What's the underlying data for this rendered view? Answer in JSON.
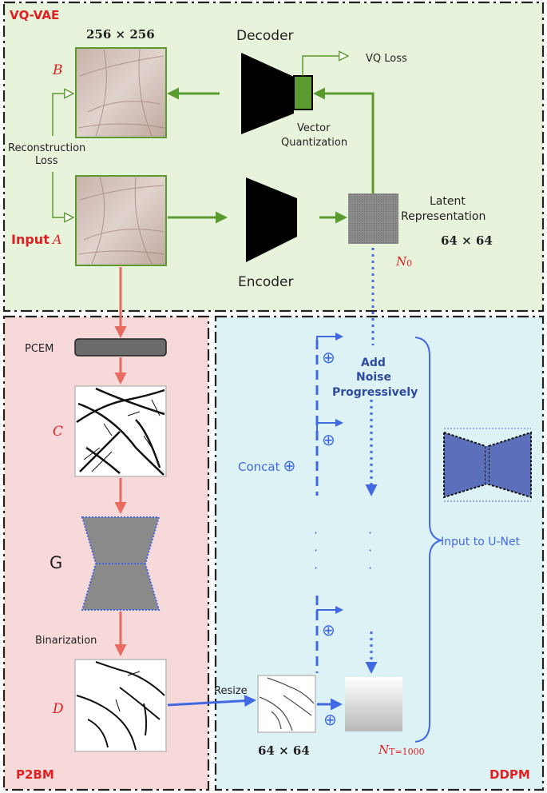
{
  "vqvae": {
    "title": "VQ-VAE",
    "resolution_top": "256 × 256",
    "decoder": "Decoder",
    "encoder": "Encoder",
    "vq_loss": "VQ Loss",
    "vq_line1": "Vector",
    "vq_line2": "Quantization",
    "recon_line1": "Reconstruction",
    "recon_line2": "Loss",
    "latent_line1": "Latent",
    "latent_line2": "Representation",
    "latent_res": "64 × 64",
    "label_b": "B",
    "label_input": "Input",
    "label_a": "A",
    "label_n0": "N",
    "label_n0_sub": "0"
  },
  "p2bm": {
    "title": "P2BM",
    "pcem": "PCEM",
    "label_c": "C",
    "label_g": "G",
    "binarization": "Binarization",
    "label_d": "D"
  },
  "ddpm": {
    "title": "DDPM",
    "add_line1": "Add",
    "add_line2": "Noise",
    "add_line3": "Progressively",
    "concat": "Concat",
    "input_unet": "Input to U-Net",
    "resize": "Resize",
    "small_res": "64 × 64",
    "label_nt": "N",
    "label_nt_sub": "T=1000"
  },
  "colors": {
    "green_panel": "#e8f3dc",
    "red_panel": "#f8d9d9",
    "blue_panel": "#dcf2f4",
    "green_arrow": "#5a9a2e",
    "red_arrow": "#e86a60",
    "blue_arrow": "#4169e1",
    "label_red": "#e02020",
    "unet_fill": "#5b6fba"
  }
}
